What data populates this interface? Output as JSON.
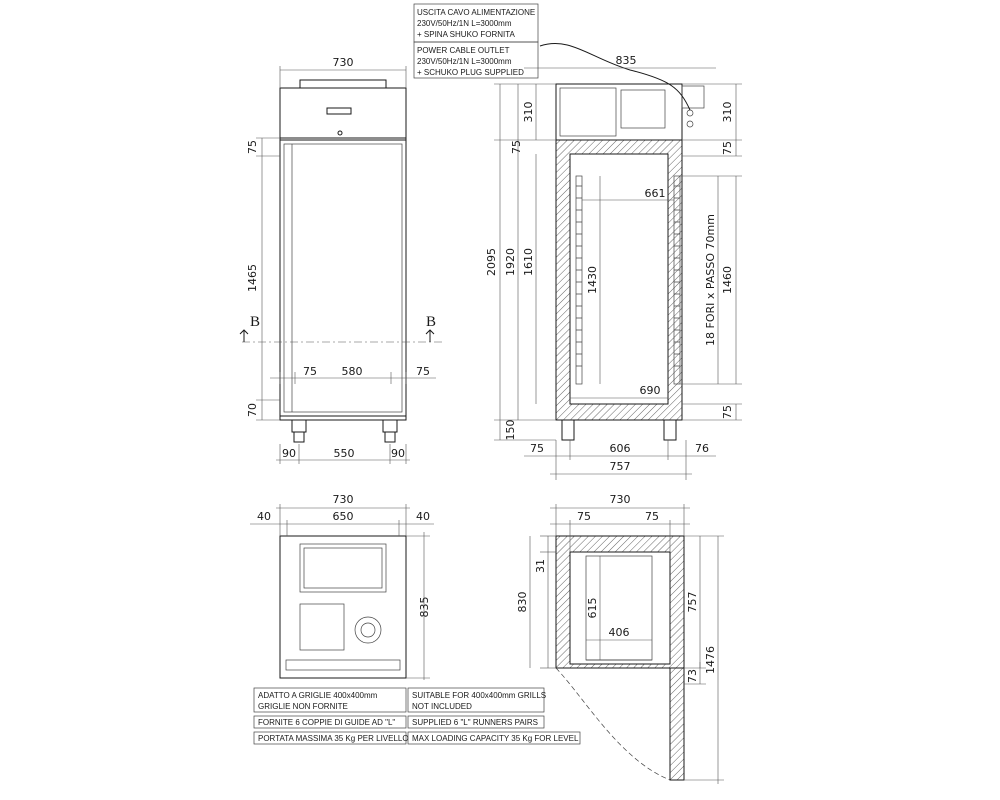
{
  "notes": {
    "cable_it_1": "USCITA CAVO ALIMENTAZIONE",
    "cable_it_2": "230V/50Hz/1N L=3000mm",
    "cable_it_3": "+ SPINA SHUKO FORNITA",
    "cable_en_1": "POWER CABLE OUTLET",
    "cable_en_2": "230V/50Hz/1N L=3000mm",
    "cable_en_3": "+ SCHUKO PLUG SUPPLIED",
    "grill_it_1": "ADATTO A GRIGLIE 400x400mm",
    "grill_it_2": "GRIGLIE NON FORNITE",
    "grill_en_1": "SUITABLE FOR 400x400mm GRILLS",
    "grill_en_2": "NOT INCLUDED",
    "runner_it": "FORNITE 6 COPPIE DI GUIDE AD \"L\"",
    "runner_en": "SUPPLIED 6 \"L\" RUNNERS PAIRS",
    "load_it": "PORTATA MASSIMA 35 Kg PER LIVELLO",
    "load_en": "MAX LOADING CAPACITY 35 Kg FOR LEVEL"
  },
  "section_marker": "B",
  "front_view": {
    "top_width": "730",
    "door_top": "75",
    "door_height": "1465",
    "plinth": "70",
    "inner_side_left": "75",
    "inner_width": "580",
    "inner_side_right": "75",
    "foot_left": "90",
    "foot_span": "550",
    "foot_right": "90"
  },
  "side_section": {
    "top_width": "835",
    "unit_height": "310",
    "unit_height_right": "310",
    "top_insulation": "75",
    "top_insulation_right": "75",
    "total_height": "2095",
    "body_height": "1920",
    "inner_height": "1610",
    "runner_height": "1430",
    "runner_range": "1460",
    "runner_spec": "18 FORI x PASSO 70mm",
    "inner_width_top": "661",
    "inner_width_bottom": "690",
    "bottom_insulation": "75",
    "feet_height": "150",
    "wall_left": "75",
    "inner_depth": "606",
    "wall_right": "76",
    "total_depth": "757"
  },
  "top_view": {
    "total_width": "730",
    "side_left": "40",
    "inner_width": "650",
    "side_right": "40",
    "depth": "835"
  },
  "plan_section": {
    "total_width": "730",
    "wall_left": "75",
    "wall_right": "75",
    "door_gap": "31",
    "outer_depth": "830",
    "runner_depth": "615",
    "grill_width": "406",
    "inner_depth": "757",
    "door_thickness": "73",
    "door_open_depth": "1476"
  }
}
